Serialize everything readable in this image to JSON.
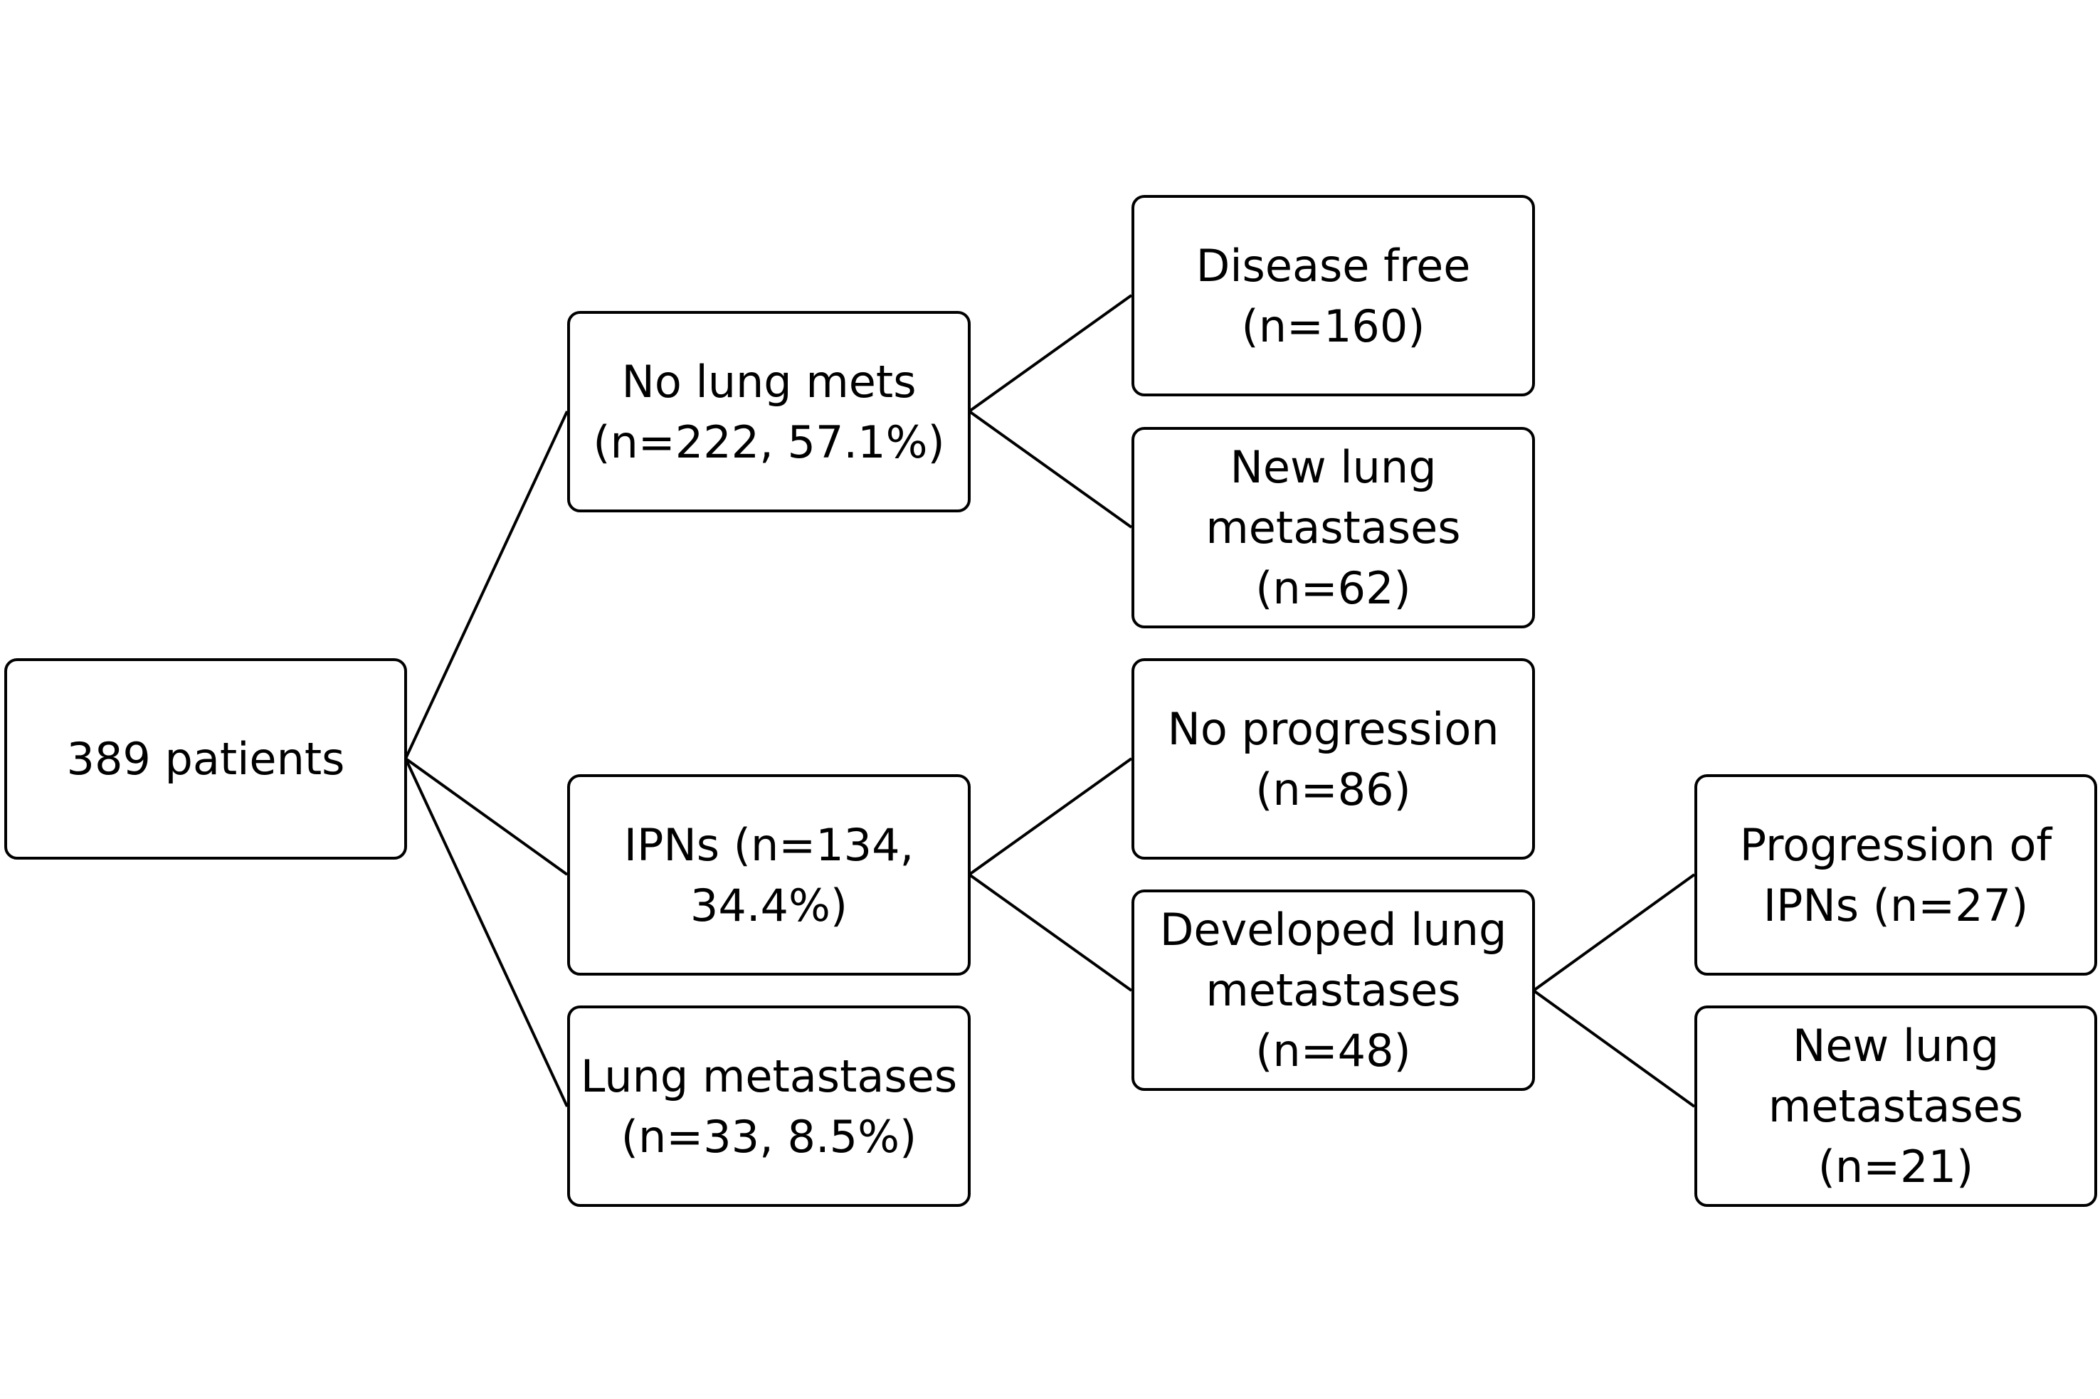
{
  "flowchart": {
    "root": {
      "lines": [
        "389 patients"
      ]
    },
    "no_lung_mets": {
      "lines": [
        "No lung mets",
        "(n=222, 57.1%)"
      ]
    },
    "ipns": {
      "lines": [
        "IPNs (n=134,",
        "34.4%)"
      ]
    },
    "lung_metastases": {
      "lines": [
        "Lung metastases",
        "(n=33, 8.5%)"
      ]
    },
    "disease_free": {
      "lines": [
        "Disease free",
        "(n=160)"
      ]
    },
    "new_lung_metastases_a": {
      "lines": [
        "New lung",
        "metastases",
        "(n=62)"
      ]
    },
    "no_progression": {
      "lines": [
        "No progression",
        "(n=86)"
      ]
    },
    "developed_lung_metastases": {
      "lines": [
        "Developed lung",
        "metastases",
        "(n=48)"
      ]
    },
    "progression_of_ipns": {
      "lines": [
        "Progression of",
        "IPNs (n=27)"
      ]
    },
    "new_lung_metastases_b": {
      "lines": [
        "New lung",
        "metastases",
        "(n=21)"
      ]
    }
  }
}
